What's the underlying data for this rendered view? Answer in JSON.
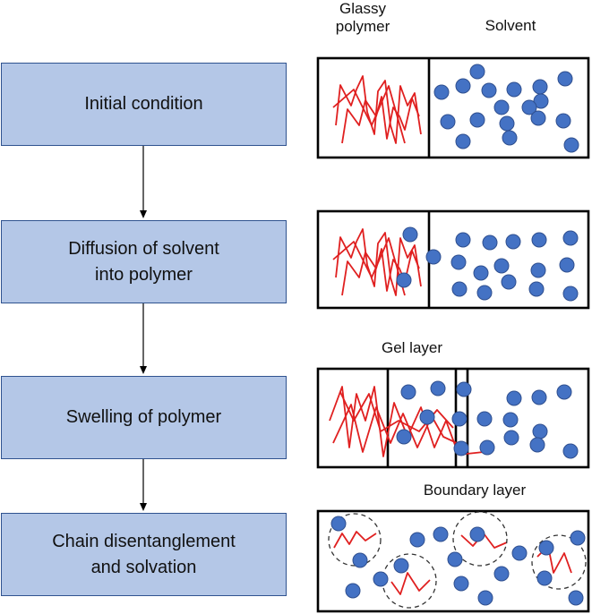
{
  "steps": [
    {
      "lines": [
        "Initial condition"
      ]
    },
    {
      "lines": [
        "Diffusion of solvent",
        "into polymer"
      ]
    },
    {
      "lines": [
        "Swelling of polymer"
      ]
    },
    {
      "lines": [
        "Chain disentanglement",
        "and solvation"
      ]
    }
  ],
  "labels": {
    "glassy_polymer_1": "Glassy",
    "glassy_polymer_2": "polymer",
    "solvent": "Solvent",
    "gel_layer": "Gel layer",
    "boundary_layer": "Boundary layer"
  },
  "colors": {
    "box_fill": "#b4c7e7",
    "box_border": "#2f528f",
    "solvent_dot": "#4472c4",
    "polymer_chain": "#e02020"
  }
}
